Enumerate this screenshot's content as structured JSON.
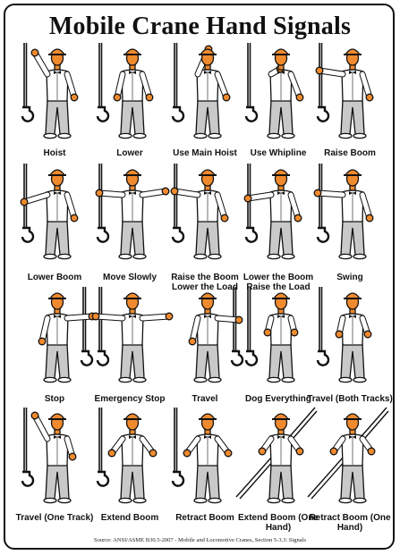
{
  "title": "Mobile Crane Hand Signals",
  "colors": {
    "skin": "#f08a2e",
    "hat": "#f08a2e",
    "shirt": "#ffffff",
    "pants": "#c9c9c9",
    "line": "#111111"
  },
  "signals": [
    {
      "label": "Hoist"
    },
    {
      "label": "Lower"
    },
    {
      "label": "Use Main Hoist"
    },
    {
      "label": "Use Whipline"
    },
    {
      "label": "Raise Boom"
    },
    {
      "label": "Lower Boom"
    },
    {
      "label": "Move Slowly"
    },
    {
      "label": "Raise the Boom Lower the Load"
    },
    {
      "label": "Lower the Boom Raise the Load"
    },
    {
      "label": "Swing"
    },
    {
      "label": "Stop"
    },
    {
      "label": "Emergency Stop"
    },
    {
      "label": "Travel"
    },
    {
      "label": "Dog Everything"
    },
    {
      "label": "Travel (Both Tracks)"
    },
    {
      "label": "Travel (One Track)"
    },
    {
      "label": "Extend Boom"
    },
    {
      "label": "Retract Boom"
    },
    {
      "label": "Extend Boom (One Hand)"
    },
    {
      "label": "Retract Boom (One Hand)"
    }
  ],
  "source": "Source: ANSI/ASME B30.5-2007 - Mobile and Locomotive Cranes, Section 5-3.3: Signals"
}
